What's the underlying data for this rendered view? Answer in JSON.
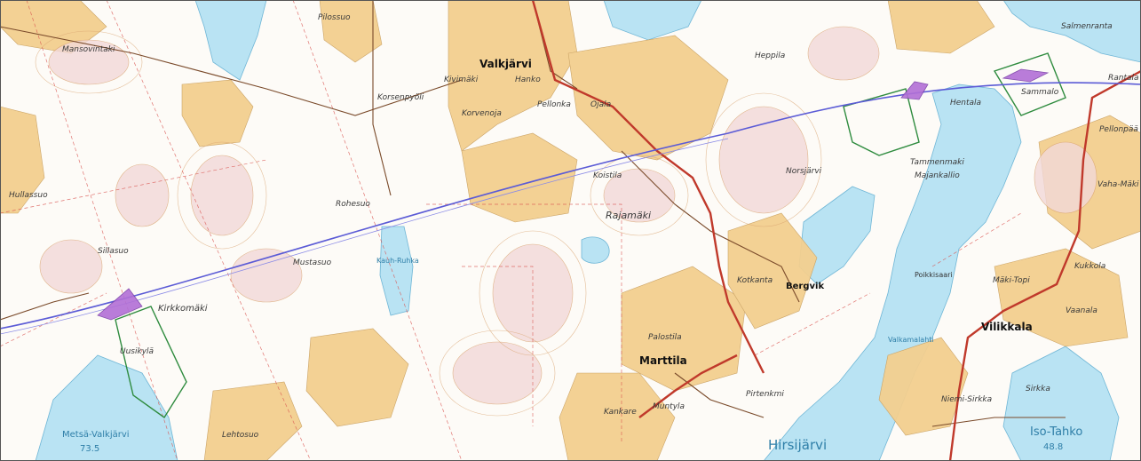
{
  "colors": {
    "water": "#b9e3f3",
    "field": "#f3cf8f",
    "forest": "#ffffff",
    "road_main": "#c0392b",
    "road_minor": "#7a4a2a",
    "contour": "#d9a36f",
    "boundary": "#d9534f",
    "line_route": "#5b5bd6",
    "marker": "#b26fd6",
    "green_boundary": "#2e8b3e"
  },
  "towns": [
    {
      "name": "Valkjärvi"
    },
    {
      "name": "Marttila"
    },
    {
      "name": "Vilikkala"
    },
    {
      "name": "Bergvik"
    }
  ],
  "lakes": [
    {
      "name": "Hirsijärvi"
    },
    {
      "name": "Metsä-Valkjärvi"
    },
    {
      "name": "73.5"
    },
    {
      "name": "Iso-Tahko"
    },
    {
      "name": "48.8"
    },
    {
      "name": "Kauh-Ruhka"
    },
    {
      "name": "Valkamalahti"
    },
    {
      "name": "Poikkisaari"
    }
  ],
  "places": [
    {
      "name": "Mansovintaki"
    },
    {
      "name": "Kivimäki"
    },
    {
      "name": "Korvenoja"
    },
    {
      "name": "Ojala"
    },
    {
      "name": "Koistila"
    },
    {
      "name": "Rajamäki"
    },
    {
      "name": "Kirkkomäki"
    },
    {
      "name": "Sillasuo"
    },
    {
      "name": "Korsenpyöli"
    },
    {
      "name": "Rohesuo"
    },
    {
      "name": "Hullassuo"
    },
    {
      "name": "Mustasuo"
    },
    {
      "name": "Palostila"
    },
    {
      "name": "Kotkanta"
    },
    {
      "name": "Sammalo"
    },
    {
      "name": "Salmenranta"
    },
    {
      "name": "Pellonpää"
    },
    {
      "name": "Vaha-Mäki"
    },
    {
      "name": "Mäki-Topi"
    },
    {
      "name": "Vaanala"
    },
    {
      "name": "Kukkola"
    },
    {
      "name": "Sirkka"
    },
    {
      "name": "Niemi-Sirkka"
    },
    {
      "name": "Hentala"
    },
    {
      "name": "Tammenmaki"
    },
    {
      "name": "Muntyla"
    },
    {
      "name": "Kankare"
    },
    {
      "name": "Pirtenkmi"
    },
    {
      "name": "Uusikylä"
    },
    {
      "name": "Lehtosuo"
    },
    {
      "name": "Rantala"
    },
    {
      "name": "Hanko"
    },
    {
      "name": "Pellonka"
    },
    {
      "name": "Heppila"
    },
    {
      "name": "Pilossuo"
    },
    {
      "name": "Majankallio"
    },
    {
      "name": "Norsjärvi"
    }
  ]
}
